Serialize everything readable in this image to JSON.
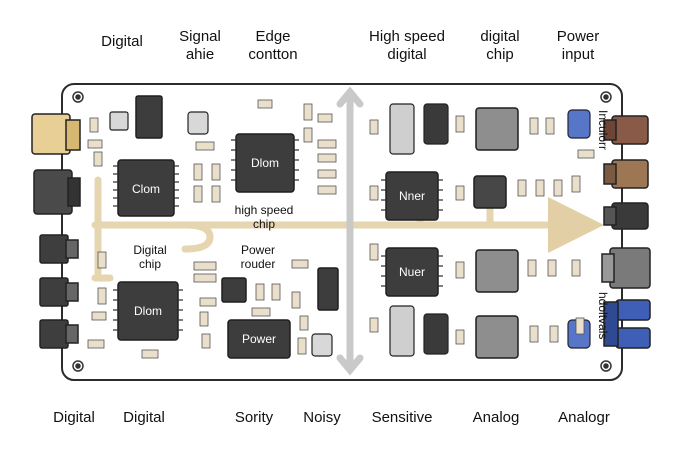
{
  "top_labels": {
    "digital": "Digital",
    "signal": [
      "Signal",
      "ahie"
    ],
    "edge": [
      "Edge",
      "contton"
    ],
    "high_speed": [
      "High speed",
      "digital"
    ],
    "digital_chip": [
      "digital",
      "chip"
    ],
    "power_input": [
      "Power",
      "input"
    ]
  },
  "inner_labels": {
    "high_speed_chip": [
      "high speed",
      "chip"
    ],
    "digital_chip": [
      "Digital",
      "chip"
    ],
    "power_router": [
      "Power",
      "rouder"
    ]
  },
  "chip_labels": {
    "clom": "Clom",
    "dlom_top": "Dlom",
    "dlom_bottom": "Dlom",
    "power": "Power",
    "nner": "Nner",
    "nuer": "Nuer"
  },
  "side_labels": {
    "right_top": "Inculorr",
    "right_bottom": "hdoltvals"
  },
  "bottom_labels": {
    "digital_1": "Digital",
    "digital_2": "Digital",
    "sority": "Sority",
    "noisy": "Noisy",
    "sensitive": "Sensitive",
    "analog": "Analog",
    "analogr": "Analogr"
  }
}
